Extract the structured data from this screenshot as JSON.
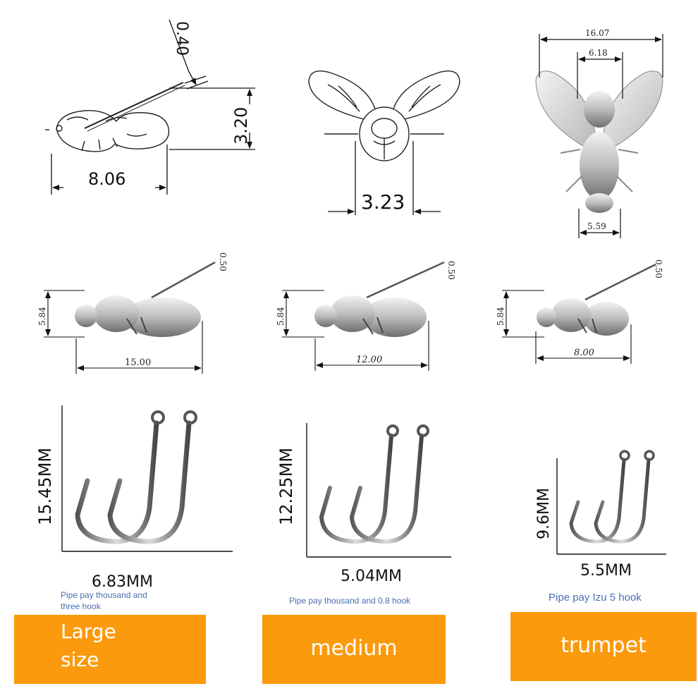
{
  "row1": {
    "side": {
      "wire": "0.40",
      "height": "3.20",
      "length": "8.06"
    },
    "front": {
      "width": "3.23"
    },
    "top": {
      "wingspan": "16.07",
      "thorax": "6.18",
      "base": "5.59"
    }
  },
  "row2": [
    {
      "wire": "0.50",
      "height": "5.84",
      "length": "15.00"
    },
    {
      "wire": "0.50",
      "height": "5.84",
      "length": "12.00"
    },
    {
      "wire": "0.50",
      "height": "5.84",
      "length": "8.00"
    }
  ],
  "hooks": [
    {
      "height": "15.45MM",
      "width": "6.83MM",
      "note": "Pipe pay thousand and three hook",
      "size": "Large size"
    },
    {
      "height": "12.25MM",
      "width": "5.04MM",
      "note": "Pipe pay thousand and 0.8 hook",
      "size": "medium"
    },
    {
      "height": "9.6MM",
      "width": "5.5MM",
      "note": "Pipe pay Izu 5 hook",
      "size": "trumpet"
    }
  ],
  "colors": {
    "band": "#fb9a0c",
    "note": "#4a6fb0",
    "line": "#111111"
  }
}
